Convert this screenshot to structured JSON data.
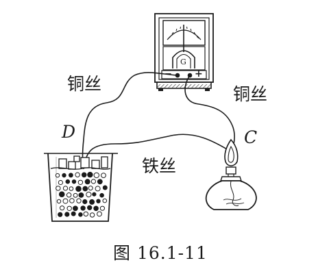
{
  "labels": {
    "copper_left": "铜丝",
    "copper_right": "铜丝",
    "iron": "铁丝",
    "point_d": "D",
    "point_c": "C",
    "galvanometer": "G",
    "terminal_minus": "−",
    "terminal_plus": "+"
  },
  "caption": "图 16.1-11"
}
